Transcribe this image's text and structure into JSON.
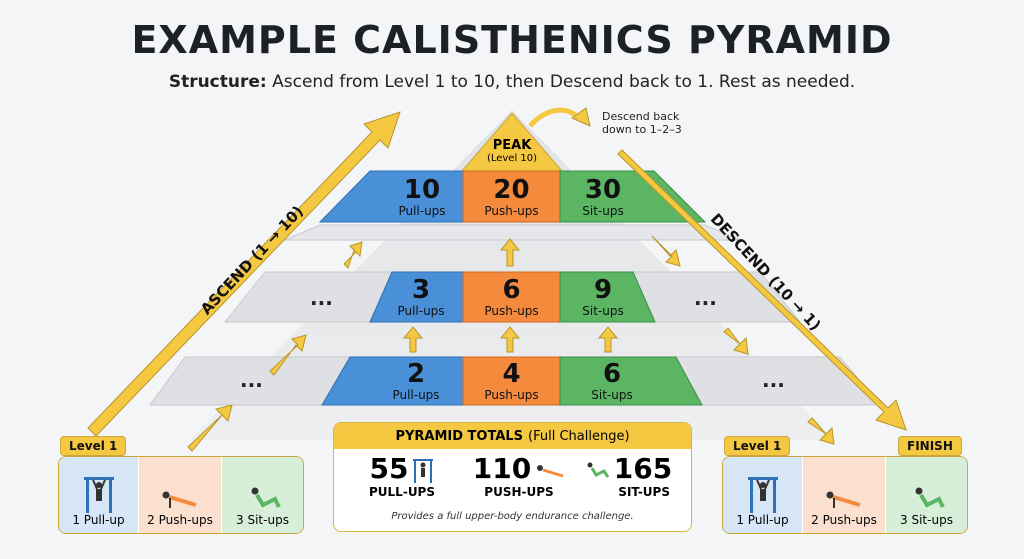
{
  "title": "EXAMPLE CALISTHENICS PYRAMID",
  "subtitle": {
    "label": "Structure:",
    "text": " Ascend from Level 1 to 10, then Descend back to 1. Rest as needed."
  },
  "peak": {
    "label": "PEAK",
    "sub": "(Level 10)"
  },
  "descend_note": {
    "line1": "Descend back",
    "line2": "down to 1–2–3"
  },
  "ascend_label": "ASCEND (1 → 10)",
  "descend_label": "DESCEND (10 → 1)",
  "ellipsis": "...",
  "levels": {
    "level10": {
      "pull": "10",
      "push": "20",
      "sit": "30"
    },
    "level3": {
      "pull": "3",
      "push": "6",
      "sit": "9"
    },
    "level2": {
      "pull": "2",
      "push": "4",
      "sit": "6"
    }
  },
  "labels": {
    "pull": "Pull-ups",
    "push": "Push-ups",
    "sit": "Sit-ups"
  },
  "left_card": {
    "badge": "Level 1",
    "items": [
      "1 Pull-up",
      "2 Push-ups",
      "3 Sit-ups"
    ]
  },
  "right_card": {
    "badge": "Level 1",
    "finish": "FINISH",
    "items": [
      "1 Pull-up",
      "2 Push-ups",
      "3 Sit-ups"
    ]
  },
  "totals": {
    "title": "PYRAMID TOTALS",
    "subtitle": "(Full Challenge)",
    "pull": {
      "value": "55",
      "label": "PULL-UPS"
    },
    "push": {
      "value": "110",
      "label": "PUSH-UPS"
    },
    "sit": {
      "value": "165",
      "label": "SIT-UPS"
    },
    "footer": "Provides a full upper-body endurance challenge."
  },
  "colors": {
    "pull": "#4a90d9",
    "push": "#f58a3d",
    "sit": "#5bb563",
    "accent": "#f5c842",
    "band": "#e2e3e6"
  }
}
